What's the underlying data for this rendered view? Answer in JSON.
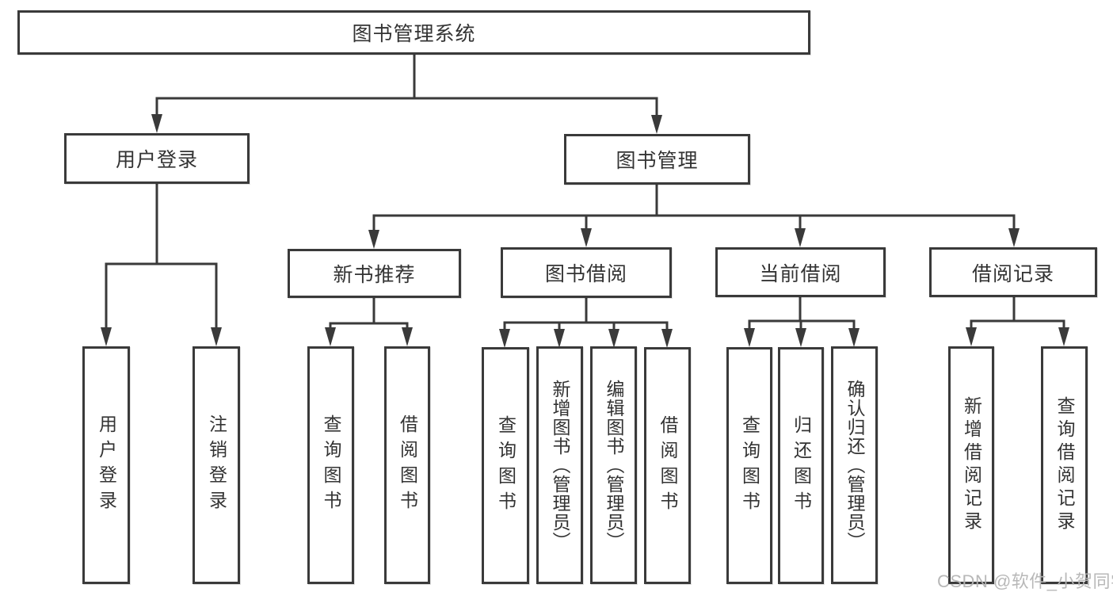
{
  "nodes": {
    "root": {
      "label": "图书管理系统"
    },
    "user_login": {
      "label": "用户登录"
    },
    "book_mgmt": {
      "label": "图书管理"
    },
    "new_book_rec": {
      "label": "新书推荐"
    },
    "book_borrow": {
      "label": "图书借阅"
    },
    "current_borrow": {
      "label": "当前借阅"
    },
    "borrow_records": {
      "label": "借阅记录"
    },
    "ul_login": {
      "label": "用户登录"
    },
    "ul_logout": {
      "label": "注销登录"
    },
    "rec_query": {
      "label": "查询图书"
    },
    "rec_borrow": {
      "label": "借阅图书"
    },
    "bb_query": {
      "label": "查询图书"
    },
    "bb_add": {
      "label": "新增图书（管理员）"
    },
    "bb_edit": {
      "label": "编辑图书（管理员）"
    },
    "bb_borrow": {
      "label": "借阅图书"
    },
    "cb_query": {
      "label": "查询图书"
    },
    "cb_return": {
      "label": "归还图书"
    },
    "cb_confirm": {
      "label": "确认归还（管理员）"
    },
    "br_add": {
      "label": "新增借阅记录"
    },
    "br_query": {
      "label": "查询借阅记录"
    }
  },
  "hierarchy": {
    "root": "图书管理系统",
    "children": [
      {
        "label": "用户登录",
        "children": [
          "用户登录",
          "注销登录"
        ]
      },
      {
        "label": "图书管理",
        "children": [
          {
            "label": "新书推荐",
            "children": [
              "查询图书",
              "借阅图书"
            ]
          },
          {
            "label": "图书借阅",
            "children": [
              "查询图书",
              "新增图书（管理员）",
              "编辑图书（管理员）",
              "借阅图书"
            ]
          },
          {
            "label": "当前借阅",
            "children": [
              "查询图书",
              "归还图书",
              "确认归还（管理员）"
            ]
          },
          {
            "label": "借阅记录",
            "children": [
              "新增借阅记录",
              "查询借阅记录"
            ]
          }
        ]
      }
    ]
  },
  "watermark": {
    "text": "CSDN @软件_小贺同学"
  },
  "colors": {
    "line": "#3a3a3a",
    "box_border": "#3a3a3a",
    "text": "#333333",
    "watermark": "#b5b5b5",
    "background": "#ffffff"
  }
}
